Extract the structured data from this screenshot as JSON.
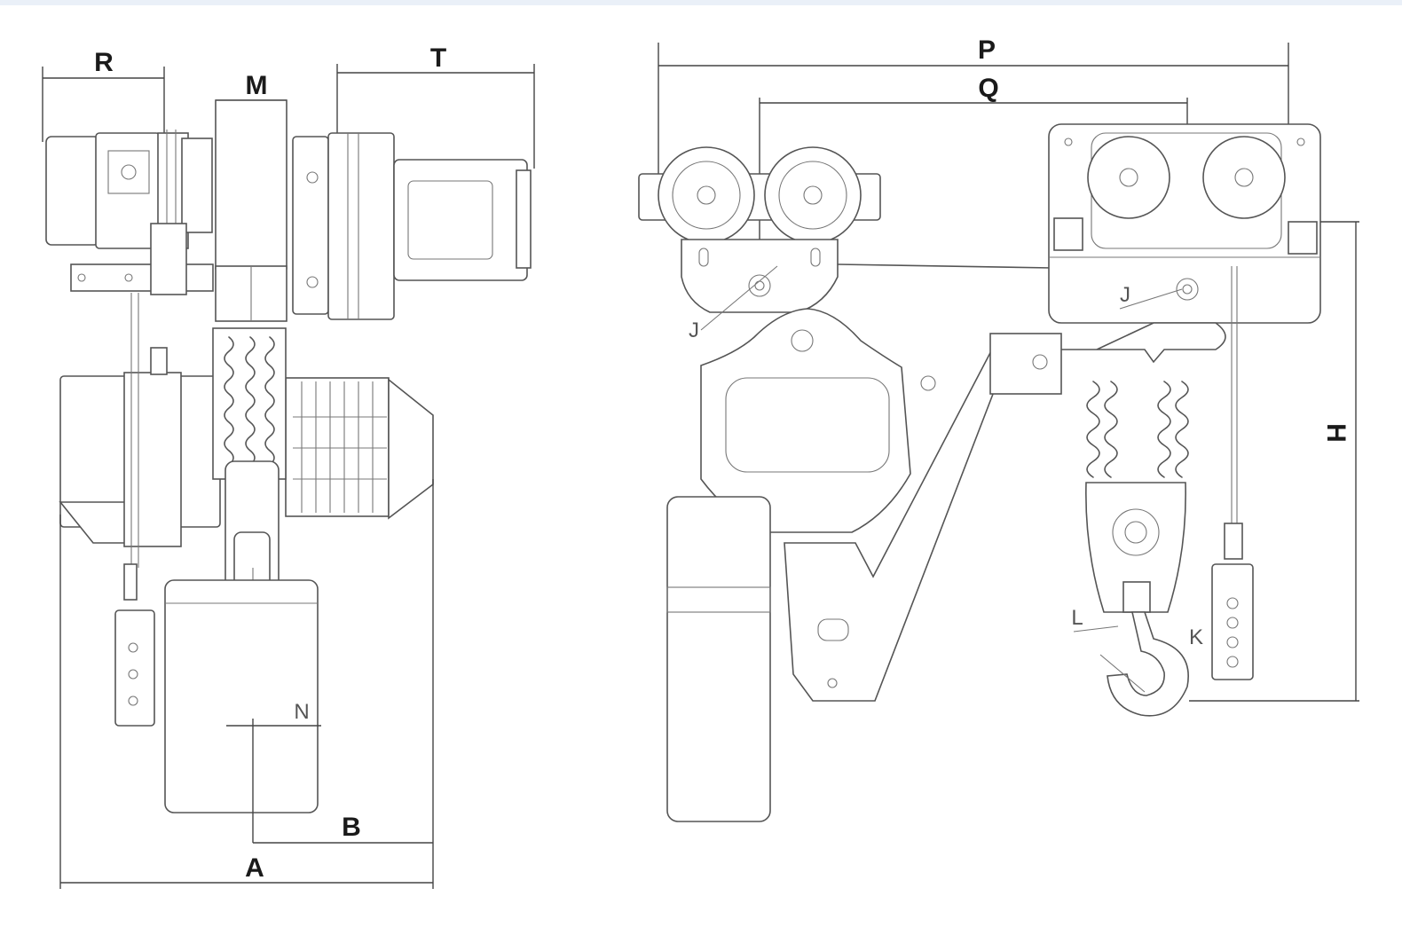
{
  "labels": {
    "R": "R",
    "M": "M",
    "T": "T",
    "N": "N",
    "B": "B",
    "A": "A",
    "P": "P",
    "Q": "Q",
    "H": "H",
    "J_left": "J",
    "J_right": "J",
    "L_left": "L",
    "L_hook": "L",
    "K": "K"
  },
  "colors": {
    "line": "#555555",
    "label": "#1a1a1a",
    "background": "#ffffff",
    "top_band": "#eaf0f8"
  }
}
